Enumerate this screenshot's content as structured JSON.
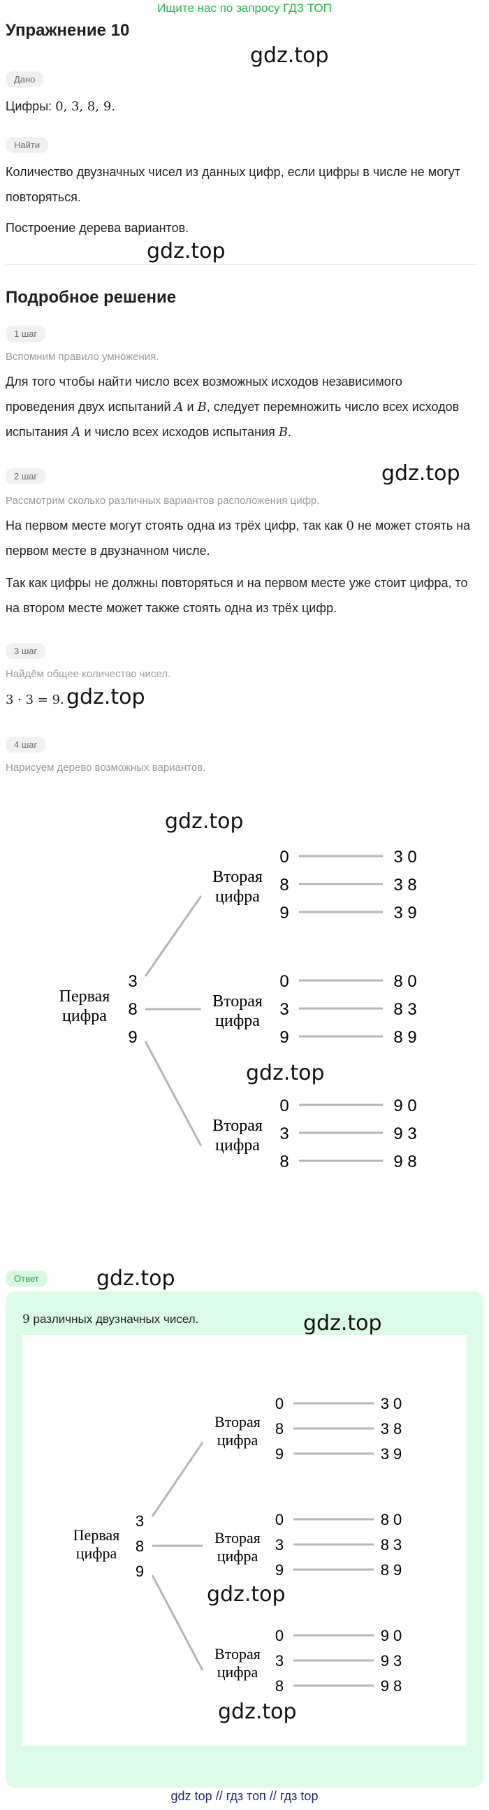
{
  "top_banner": "Ищите нас по запросу ГДЗ ТОП",
  "title": "Упражнение 10",
  "watermark": "gdz.top",
  "given_label": "Дано",
  "given_text_prefix": "Цифры: ",
  "given_text_math": "0, 3, 8, 9.",
  "find_label": "Найти",
  "find_text_1": "Количество двузначных чисел из данных цифр, если цифры в числе не могут",
  "find_text_2": "повторяться.",
  "method_text": "Построение дерева вариантов.",
  "solution_title": "Подробное решение",
  "steps": [
    {
      "label": "1 шаг",
      "hint": "Вспомним правило умножения.",
      "line1": "Для того чтобы найти число всех возможных исходов независимого",
      "line2_a": "проведения двух испытаний ",
      "line2_A": "A",
      "line2_b": " и ",
      "line2_B": "B",
      "line2_c": ", следует перемножить число всех исходов",
      "line3_a": "испытания ",
      "line3_A": "A",
      "line3_b": " и число всех исходов испытания ",
      "line3_B": "B",
      "line3_c": "."
    },
    {
      "label": "2 шаг",
      "hint": "Рассмотрим сколько различных вариантов расположения цифр.",
      "line1_a": "На первом месте могут стоять одна из трёх цифр, так как ",
      "line1_zero": "0",
      "line1_b": " не может стоять на",
      "line2": "первом месте в двузначном числе.",
      "line3": "Так как цифры не должны повторяться и на первом месте уже стоит цифра, то",
      "line4": "на втором месте может также стоять одна из трёх цифр."
    },
    {
      "label": "3 шаг",
      "hint": "Найдём общее количество чисел.",
      "formula": "3 · 3 = 9."
    },
    {
      "label": "4 шаг",
      "hint": "Нарисуем дерево возможных вариантов."
    }
  ],
  "tree": {
    "root_line1": "Первая",
    "root_line2": "цифра",
    "branch_line1": "Вторая",
    "branch_line2": "цифра",
    "first_digits": [
      "3",
      "8",
      "9"
    ],
    "groups": [
      {
        "second": [
          "0",
          "8",
          "9"
        ],
        "results": [
          "3 0",
          "3 8",
          "3 9"
        ]
      },
      {
        "second": [
          "0",
          "3",
          "9"
        ],
        "results": [
          "8 0",
          "8 3",
          "8 9"
        ]
      },
      {
        "second": [
          "0",
          "3",
          "8"
        ],
        "results": [
          "9 0",
          "9 3",
          "9 8"
        ]
      }
    ]
  },
  "answer_label": "Ответ",
  "answer_text_num": "9",
  "answer_text": " различных двузначных чисел.",
  "footer": "gdz top  //  гдз топ  //  гдз top"
}
